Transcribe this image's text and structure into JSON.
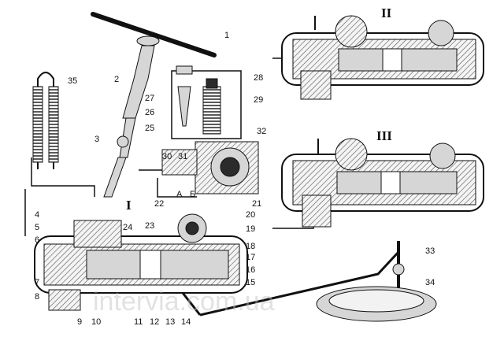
{
  "views": [
    "I",
    "II",
    "III"
  ],
  "letter_labels": [
    "А",
    "Б"
  ],
  "callouts": [
    "1",
    "2",
    "3",
    "4",
    "5",
    "6",
    "7",
    "8",
    "9",
    "10",
    "11",
    "12",
    "13",
    "14",
    "15",
    "16",
    "17",
    "18",
    "19",
    "20",
    "21",
    "22",
    "23",
    "24",
    "25",
    "26",
    "27",
    "28",
    "29",
    "30",
    "31",
    "32",
    "33",
    "34",
    "35"
  ],
  "watermark": "intervia.com.ua"
}
